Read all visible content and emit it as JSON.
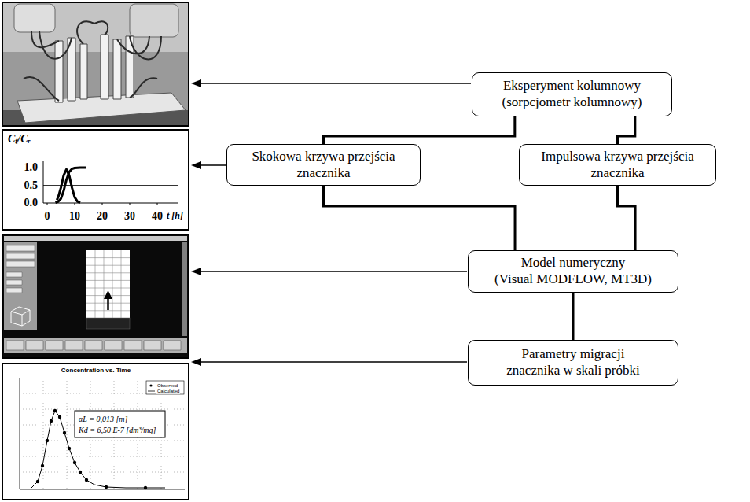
{
  "diagram": {
    "nodes": [
      {
        "text": [
          "Eksperyment kolumnowy",
          "(sorpcjometr kolumnowy)"
        ]
      },
      {
        "text": [
          "Skokowa krzywa przejścia znacznika"
        ]
      },
      {
        "text": [
          "Impulsowa krzywa przejścia znacznika"
        ]
      },
      {
        "text": [
          "Model numeryczny",
          "(Visual MODFLOW, MT3D)"
        ]
      },
      {
        "text": [
          "Parametry migracji znacznika w skali próbki"
        ]
      }
    ],
    "edges": [
      {
        "from": 0,
        "to": 1,
        "arrow": "none"
      },
      {
        "from": 0,
        "to": 2,
        "arrow": "none"
      },
      {
        "from": 1,
        "to": 3,
        "arrow": "none"
      },
      {
        "from": 2,
        "to": 3,
        "arrow": "none"
      },
      {
        "from": 3,
        "to": 4,
        "arrow": "none"
      }
    ],
    "labels": [
      "Cₜ/Cᵣ",
      "1.0",
      "0.5",
      "0.0",
      "0",
      "10",
      "20",
      "30",
      "40",
      "t [h]",
      "Concentration vs. Time",
      "Observed",
      "Calculated",
      "αL = 0,013 [m]",
      "Kd = 6,50 E-7 [dm³/mg]"
    ]
  }
}
